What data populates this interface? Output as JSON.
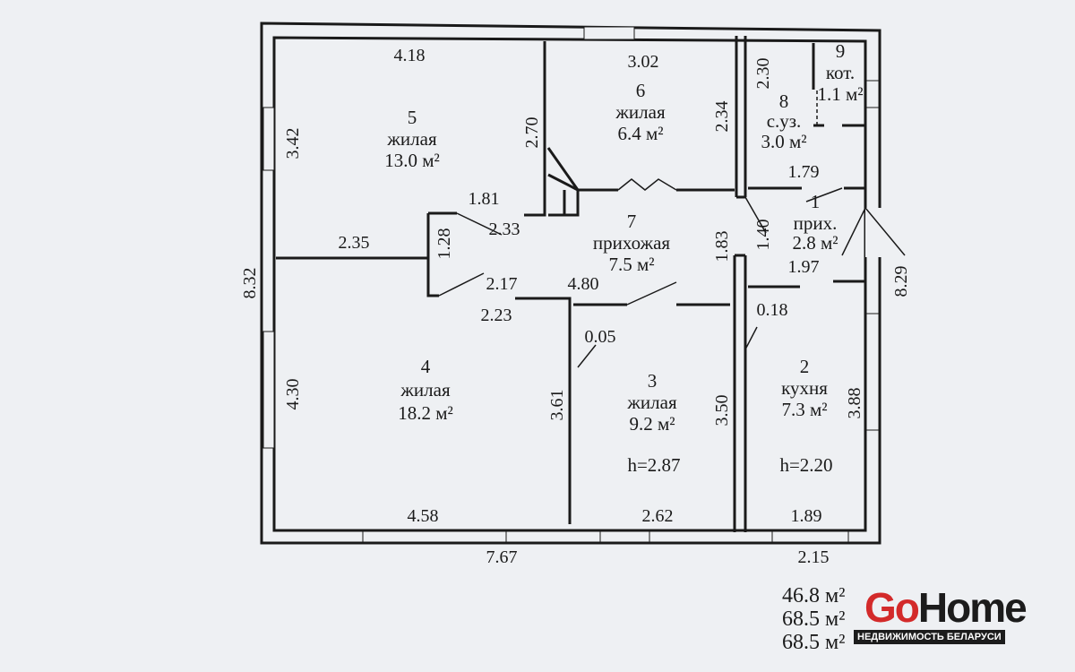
{
  "rooms": [
    {
      "num": "5",
      "name": "жилая",
      "area": "13.0 м²"
    },
    {
      "num": "6",
      "name": "жилая",
      "area": "6.4 м²"
    },
    {
      "num": "8",
      "name": "с.уз.",
      "area": "3.0 м²"
    },
    {
      "num": "9",
      "name": "кот.",
      "area": "1.1 м²"
    },
    {
      "num": "7",
      "name": "прихожая",
      "area": "7.5 м²"
    },
    {
      "num": "1",
      "name": "прих.",
      "area": "2.8 м²"
    },
    {
      "num": "4",
      "name": "жилая",
      "area": "18.2 м²"
    },
    {
      "num": "3",
      "name": "жилая",
      "area": "9.2 м²"
    },
    {
      "num": "2",
      "name": "кухня",
      "area": "7.3 м²"
    }
  ],
  "heights": [
    "h=2.87",
    "h=2.20"
  ],
  "dims": {
    "d418": "4.18",
    "d302": "3.02",
    "d230": "2.30",
    "d342": "3.42",
    "d270": "2.70",
    "d234": "2.34",
    "d181": "1.81",
    "d233": "2.33",
    "d179": "1.79",
    "d140": "1.40",
    "d235": "2.35",
    "d128": "1.28",
    "d183": "1.83",
    "d197": "1.97",
    "d829": "8.29",
    "d832": "8.32",
    "d217": "2.17",
    "d480": "4.80",
    "d223": "2.23",
    "d018": "0.18",
    "d005": "0.05",
    "d430": "4.30",
    "d361": "3.61",
    "d350": "3.50",
    "d388": "3.88",
    "d458": "4.58",
    "d262": "2.62",
    "d189": "1.89",
    "d767": "7.67",
    "d215": "2.15"
  },
  "totals": [
    "46.8 м²",
    "68.5 м²",
    "68.5 м²"
  ],
  "logo": {
    "part1": "Go",
    "part2": "Home",
    "tagline": "НЕДВИЖИМОСТЬ БЕЛАРУСИ"
  }
}
